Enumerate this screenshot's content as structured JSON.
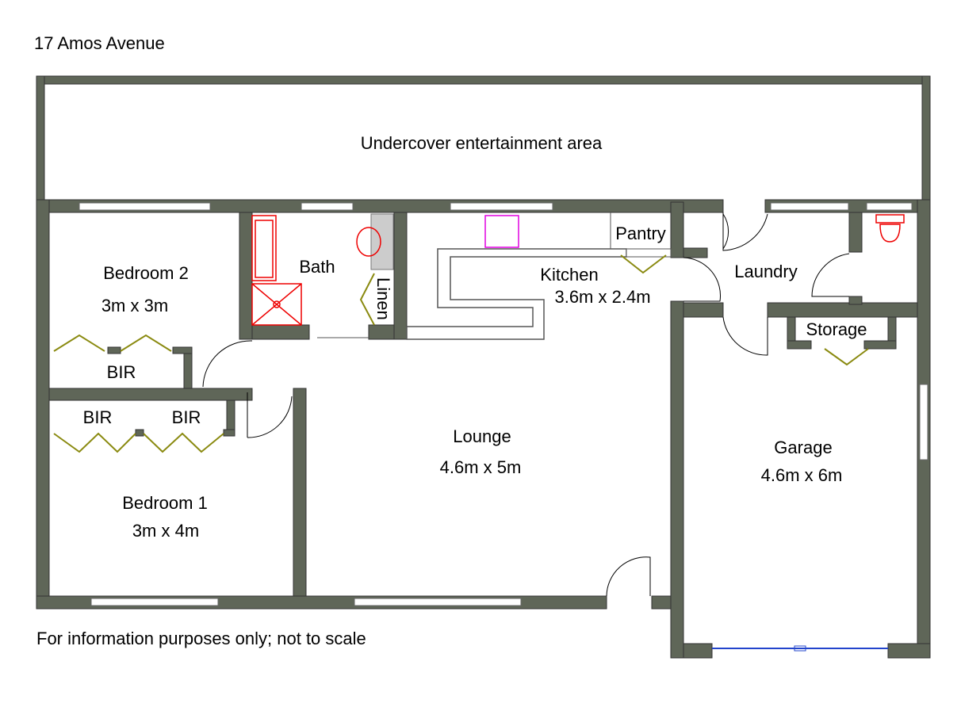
{
  "title": "17 Amos Avenue",
  "footer": "For information purposes only; not to scale",
  "colors": {
    "wall": "#5f6658",
    "fixture": "#e00000",
    "kitchen_sink": "#e000e0",
    "robe_door": "#8a8a10",
    "garage_door": "#2244cc"
  },
  "rooms": {
    "entertainment": "Undercover entertainment area",
    "bedroom2": {
      "name": "Bedroom 2",
      "size": "3m x 3m"
    },
    "bath": "Bath",
    "linen": "Linen",
    "pantry": "Pantry",
    "kitchen": {
      "name": "Kitchen",
      "size": "3.6m x 2.4m"
    },
    "laundry": "Laundry",
    "storage": "Storage",
    "bir_top": "BIR",
    "bir_left": "BIR",
    "bir_right": "BIR",
    "lounge": {
      "name": "Lounge",
      "size": "4.6m x 5m"
    },
    "bedroom1": {
      "name": "Bedroom 1",
      "size": "3m x 4m"
    },
    "garage": {
      "name": "Garage",
      "size": "4.6m x 6m"
    }
  }
}
